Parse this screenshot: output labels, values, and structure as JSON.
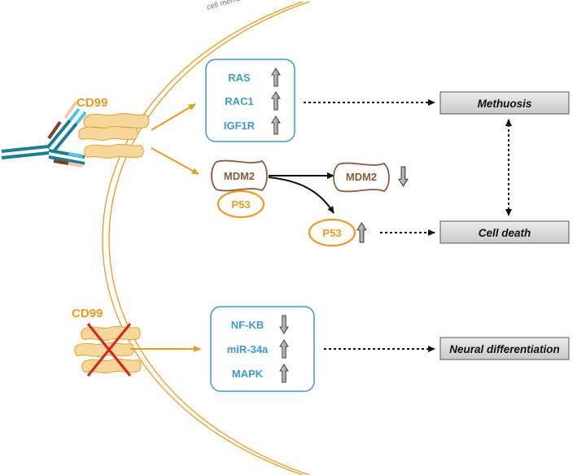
{
  "membrane": {
    "label": "cell membrane"
  },
  "receptor_top": {
    "label": "CD99"
  },
  "receptor_bottom": {
    "label": "CD99"
  },
  "activated_box": {
    "items": [
      {
        "label": "RAS",
        "trend": "up"
      },
      {
        "label": "RAC1",
        "trend": "up"
      },
      {
        "label": "IGF1R",
        "trend": "up"
      }
    ]
  },
  "mdm2_complex": {
    "mdm2_label": "MDM2",
    "p53_label": "P53"
  },
  "mdm2_free": {
    "label": "MDM2",
    "trend": "down"
  },
  "p53_free": {
    "label": "P53",
    "trend": "up"
  },
  "silenced_box": {
    "items": [
      {
        "label": "NF-KB",
        "trend": "down"
      },
      {
        "label": "miR-34a",
        "trend": "up"
      },
      {
        "label": "MAPK",
        "trend": "up"
      }
    ]
  },
  "outcomes": {
    "methuosis": "Methuosis",
    "cell_death": "Cell death",
    "neural_differentiation": "Neural differentiation"
  },
  "colors": {
    "orange": "#ef9a1c",
    "blue": "#3b9bd4",
    "brown": "#8c5a3c",
    "teal": "#1a7f95",
    "membrane_fill": "#f8d89a",
    "red_cross": "#e0201b",
    "grey_box": "#dcdcdc"
  }
}
